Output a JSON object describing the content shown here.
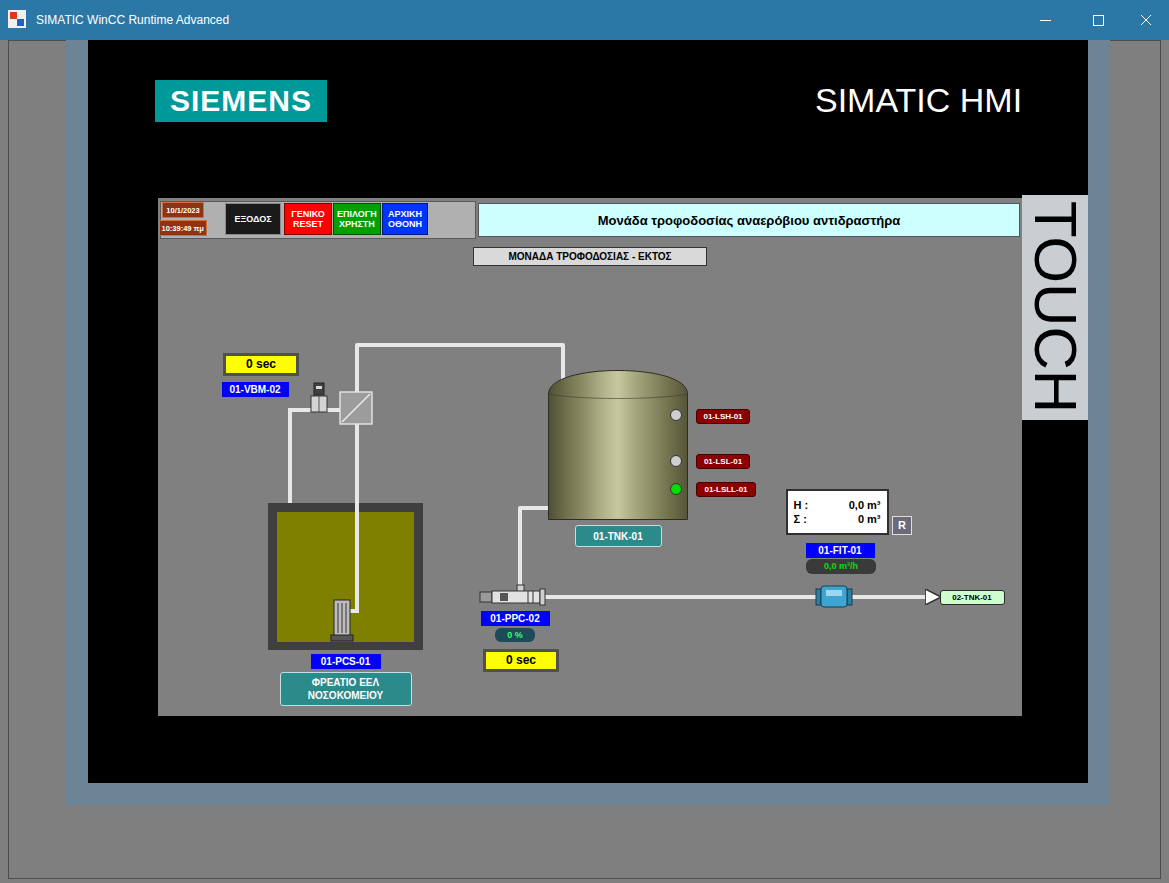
{
  "diagram": {
    "title": "Μονάδα τροφοδοσίας αναερόβιου αντιδραστήρα",
    "nodes": [
      {
        "text": [
          "SIEMENS"
        ]
      },
      {
        "text": [
          "10/1/2023"
        ]
      },
      {
        "text": [
          "10:39:49 πμ"
        ]
      },
      {
        "text": [
          "ΕΞΟΔΟΣ"
        ]
      },
      {
        "text": [
          "ΓΕΝΙΚΟ RESET"
        ]
      },
      {
        "text": [
          "ΕΠΙΛΟΓΗ ΧΡΗΣΤΗ"
        ]
      },
      {
        "text": [
          "ΑΡΧΙΚΗ ΟΘΟΝΗ"
        ]
      },
      {
        "text": [
          "ΜΟΝΑΔΑ ΤΡΟΦΟΔΟΣΙΑΣ - ΕΚΤΟΣ"
        ]
      },
      {
        "text": [
          "0 sec"
        ]
      },
      {
        "text": [
          "01-VBM-02"
        ]
      },
      {
        "text": [
          "01-TNK-01"
        ]
      },
      {
        "text": [
          "01-LSH-01"
        ]
      },
      {
        "text": [
          "01-LSL-01"
        ]
      },
      {
        "text": [
          "01-LSLL-01"
        ]
      },
      {
        "text": [
          "Η :",
          "0,0 m³",
          "Σ :",
          "0 m³"
        ]
      },
      {
        "text": [
          "R"
        ]
      },
      {
        "text": [
          "01-FIT-01"
        ]
      },
      {
        "text": [
          "0,0 m³/h"
        ]
      },
      {
        "text": [
          "02-TNK-01"
        ]
      },
      {
        "text": [
          "01-PPC-02"
        ]
      },
      {
        "text": [
          "0 %"
        ]
      },
      {
        "text": [
          "0 sec"
        ]
      },
      {
        "text": [
          "01-PCS-01",
          "ΦΡΕΑΤΙΟ ΕΕΛ ΝΟΣΟΚΟΜΕΙΟΥ"
        ]
      }
    ],
    "edges": [
      {
        "from": 22,
        "to": 10,
        "arrow": "none"
      },
      {
        "from": 10,
        "to": 18,
        "arrow": "to"
      }
    ],
    "labels": [
      "SIMATIC WinCC Runtime Advanced",
      "SIMATIC HMI",
      "TOUCH"
    ]
  }
}
